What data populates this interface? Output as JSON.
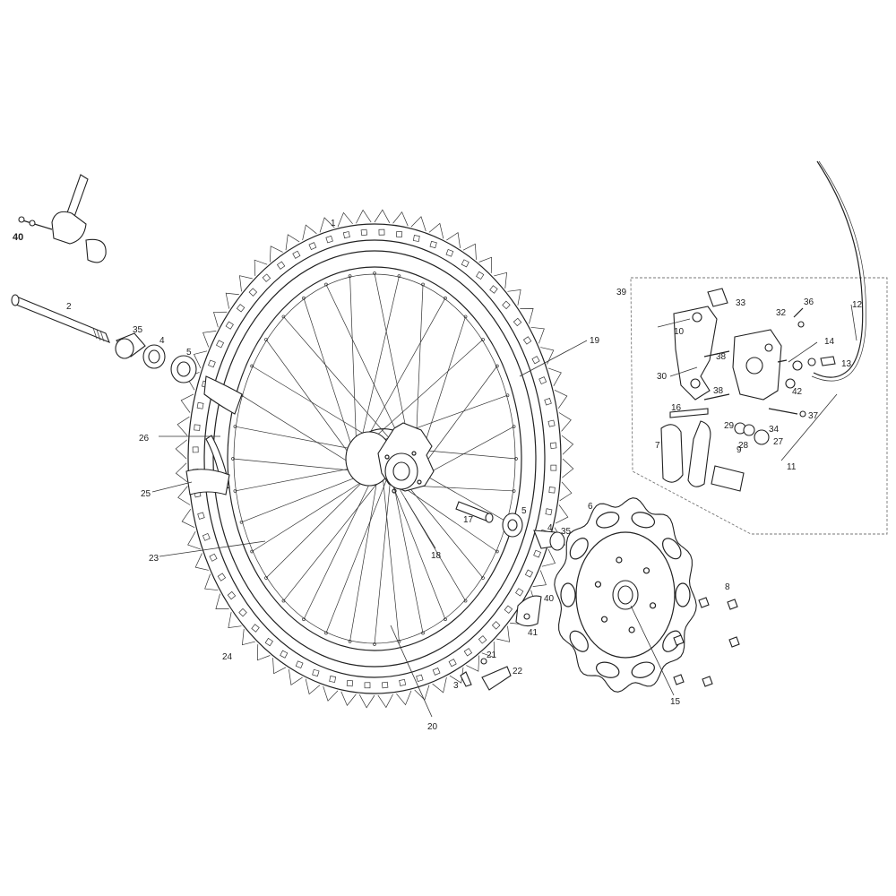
{
  "diagram": {
    "colors": {
      "ink": "#222222",
      "background": "#ffffff",
      "dash": "#777777"
    },
    "callouts": {
      "c1": "1",
      "c2": "2",
      "c3": "3",
      "c4a": "4",
      "c4b": "4",
      "c5a": "5",
      "c5b": "5",
      "c6": "6",
      "c7": "7",
      "c8": "8",
      "c9": "9",
      "c10": "10",
      "c11": "11",
      "c12": "12",
      "c13": "13",
      "c14": "14",
      "c15": "15",
      "c16": "16",
      "c17": "17",
      "c18": "18",
      "c19": "19",
      "c20": "20",
      "c21": "21",
      "c22": "22",
      "c23": "23",
      "c24": "24",
      "c25": "25",
      "c26": "26",
      "c27": "27",
      "c28": "28",
      "c29": "29",
      "c30": "30",
      "c32": "32",
      "c33": "33",
      "c34": "34",
      "c35a": "35",
      "c35b": "35",
      "c36": "36",
      "c37": "37",
      "c38a": "38",
      "c38b": "38",
      "c39": "39",
      "c40a": "40",
      "c40b": "40",
      "c41": "41",
      "c42": "42"
    }
  }
}
